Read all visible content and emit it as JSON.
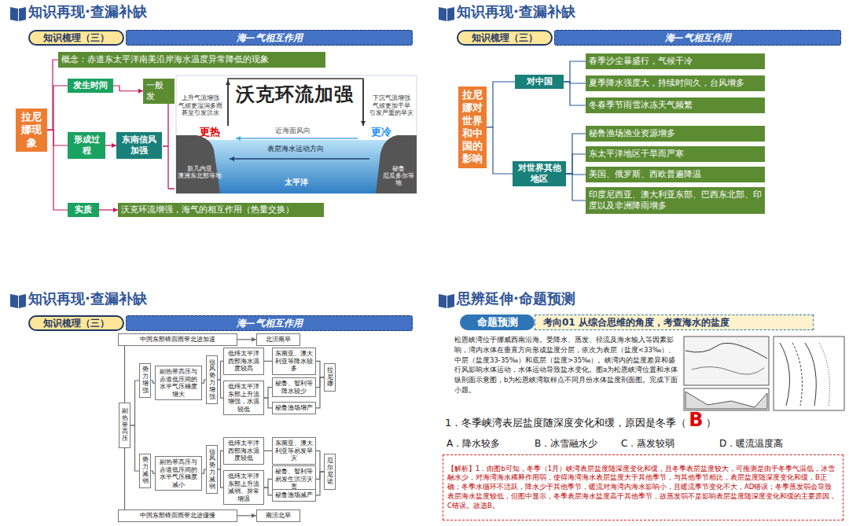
{
  "diagram": {
    "nodes": [
      {
        "text": [
          "知识梳理（三）"
        ]
      },
      {
        "text": [
          "海—气相互作用"
        ]
      },
      {
        "text": [
          "拉尼娜现象"
        ]
      },
      {
        "text": [
          "概念：赤道东太平洋南美沿岸海水温度异常降低的现象"
        ]
      },
      {
        "text": [
          "发生时间"
        ]
      },
      {
        "text": [
          "一般发"
        ]
      },
      {
        "text": [
          "形成过程"
        ]
      },
      {
        "text": [
          "东南信风加强"
        ]
      },
      {
        "text": [
          "实质"
        ]
      },
      {
        "text": [
          "沃克环流增强，海气的相互作用（热量交换）"
        ]
      },
      {
        "text": [
          "知识梳理（三）"
        ]
      },
      {
        "text": [
          "海—气相互作用"
        ]
      },
      {
        "text": [
          "拉尼娜对世界和中国的影响"
        ]
      },
      {
        "text": [
          "对中国"
        ]
      },
      {
        "text": [
          "春季沙尘暴盛行，气候干冷"
        ]
      },
      {
        "text": [
          "夏季降水强度大，持续时间久，台风增多"
        ]
      },
      {
        "text": [
          "冬春季节雨雪冰冻天气频繁"
        ]
      },
      {
        "text": [
          "对世界其他地区"
        ]
      },
      {
        "text": [
          "秘鲁渔场渔业资源增多"
        ]
      },
      {
        "text": [
          "东太平洋地区干旱而严寒"
        ]
      },
      {
        "text": [
          "美国、俄罗斯、西欧普遍降温"
        ]
      },
      {
        "text": [
          "印度尼西亚、澳大利亚东部、巴西东北部、印度以及非洲降雨增多"
        ]
      },
      {
        "text": [
          "知识梳理（三）"
        ]
      },
      {
        "text": [
          "海—气相互作用"
        ]
      },
      {
        "text": [
          "中国东部锋面雨带北进加速"
        ]
      },
      {
        "text": [
          "北涝南旱"
        ]
      },
      {
        "text": [
          "副热带高压"
        ]
      },
      {
        "text": [
          "势力增强"
        ]
      },
      {
        "text": [
          "副热带高压与赤道低压间的水平气压梯度增大"
        ]
      },
      {
        "text": [
          "信风势力增强"
        ]
      },
      {
        "text": [
          "低纬太平洋西部海水温度较高"
        ]
      },
      {
        "text": [
          "低纬太平洋东部上升流增强，水温较低"
        ]
      },
      {
        "text": [
          "东南亚、澳大利亚等降水较多"
        ]
      },
      {
        "text": [
          "秘鲁、智利等降水较少"
        ]
      },
      {
        "text": [
          "秘鲁渔场增产"
        ]
      },
      {
        "text": [
          "拉尼娜"
        ]
      },
      {
        "text": [
          "势力减弱"
        ]
      },
      {
        "text": [
          "副热带高压与赤道低压间的水平气压梯度减小"
        ]
      },
      {
        "text": [
          "信风势力减弱"
        ]
      },
      {
        "text": [
          "低纬太平洋西部海水温度较低"
        ]
      },
      {
        "text": [
          "低纬太平洋东部上升流减弱、异常增温"
        ]
      },
      {
        "text": [
          "东南亚、澳大利亚等易发旱灾"
        ]
      },
      {
        "text": [
          "秘鲁、智利等易发生洪涝灾害"
        ]
      },
      {
        "text": [
          "秘鲁渔场减产"
        ]
      },
      {
        "text": [
          "厄尔尼诺"
        ]
      },
      {
        "text": [
          "中国东部锋面雨带北进缓慢"
        ]
      },
      {
        "text": [
          "南涝北旱"
        ]
      },
      {
        "text": [
          "命题预测"
        ]
      },
      {
        "text": [
          "考向01 从综合思维的角度，考查海水的盐度"
        ]
      },
      {
        "text": [
          "【解析】1．由图b可知，冬季（1月）峡湾表层盐度随深度变化和缓，且冬季表层盐度较大，可推测是由于冬季气温低，冰雪融水少，对海湾海水稀释作用弱，使得海湾海水表层盐度大于其他季节，与其他季节相比，表层盐度随深度变化和缓，B正确；冬季水循环不活跃，降水少于其他季节，暖流对海湾内海水影响小，且暖流季节变化不大，AD错误；冬季蒸发弱会导致表层海水盐度较低，但图中显示，冬季表层海水盐度高于其他季节，故蒸发弱不是影响表层盐度随深度变化和缓的主要原因，C错误。故选B。"
        ]
      }
    ],
    "edges": [
      {
        "from": 2,
        "to": 3,
        "arrow": "none"
      },
      {
        "from": 2,
        "to": 4,
        "arrow": "none"
      },
      {
        "from": 2,
        "to": 6,
        "arrow": "none"
      },
      {
        "from": 2,
        "to": 8,
        "arrow": "none"
      },
      {
        "from": 4,
        "to": 5,
        "arrow": "to"
      },
      {
        "from": 6,
        "to": 7,
        "arrow": "to"
      },
      {
        "from": 8,
        "to": 9,
        "arrow": "to"
      },
      {
        "from": 12,
        "to": 13,
        "arrow": "none"
      },
      {
        "from": 12,
        "to": 17,
        "arrow": "none"
      },
      {
        "from": 13,
        "to": 14,
        "arrow": "none"
      },
      {
        "from": 13,
        "to": 15,
        "arrow": "none"
      },
      {
        "from": 13,
        "to": 16,
        "arrow": "none"
      },
      {
        "from": 17,
        "to": 18,
        "arrow": "none"
      },
      {
        "from": 17,
        "to": 19,
        "arrow": "none"
      },
      {
        "from": 17,
        "to": 20,
        "arrow": "none"
      },
      {
        "from": 17,
        "to": 21,
        "arrow": "none"
      },
      {
        "from": 26,
        "to": 24,
        "arrow": "none"
      },
      {
        "from": 26,
        "to": 45,
        "arrow": "none"
      },
      {
        "from": 24,
        "to": 25,
        "arrow": "to"
      },
      {
        "from": 45,
        "to": 46,
        "arrow": "to"
      },
      {
        "from": 26,
        "to": 27,
        "arrow": "none"
      },
      {
        "from": 27,
        "to": 28,
        "arrow": "none"
      },
      {
        "from": 28,
        "to": 29,
        "arrow": "none"
      },
      {
        "from": 29,
        "to": 30,
        "arrow": "none"
      },
      {
        "from": 29,
        "to": 31,
        "arrow": "none"
      },
      {
        "from": 30,
        "to": 32,
        "arrow": "none"
      },
      {
        "from": 31,
        "to": 33,
        "arrow": "none"
      },
      {
        "from": 31,
        "to": 34,
        "arrow": "none"
      },
      {
        "from": 32,
        "to": 35,
        "arrow": "none"
      },
      {
        "from": 33,
        "to": 35,
        "arrow": "none"
      },
      {
        "from": 34,
        "to": 35,
        "arrow": "none"
      },
      {
        "from": 26,
        "to": 36,
        "arrow": "none"
      },
      {
        "from": 36,
        "to": 37,
        "arrow": "none"
      },
      {
        "from": 37,
        "to": 38,
        "arrow": "none"
      },
      {
        "from": 38,
        "to": 39,
        "arrow": "none"
      },
      {
        "from": 38,
        "to": 40,
        "arrow": "none"
      },
      {
        "from": 39,
        "to": 41,
        "arrow": "none"
      },
      {
        "from": 40,
        "to": 42,
        "arrow": "none"
      },
      {
        "from": 40,
        "to": 43,
        "arrow": "none"
      },
      {
        "from": 41,
        "to": 44,
        "arrow": "none"
      },
      {
        "from": 42,
        "to": 44,
        "arrow": "none"
      },
      {
        "from": 43,
        "to": 44,
        "arrow": "none"
      }
    ],
    "labels": [
      "知识再现·查漏补缺",
      "上升气流增强 气候更湿润多雨 甚至引发洪水",
      "沃克环流加强",
      "下沉气流增强 气候更加干旱 引发严重的旱灾",
      "更热",
      "更冷",
      "近海面风向",
      "表层海水运动方向",
      "新几内亚 澳洲东北部等地",
      "秘鲁 厄瓜多尔等地",
      "太平洋",
      "知识再现·查漏补缺",
      "知识再现·查漏补缺",
      "思辨延伸·命题预测",
      "松恩峡湾位于挪威西南沿海。受降水、蒸发、径流及海水输入等因素影响，湾内水体在垂直方向形成盐度分层，依次为表层（盐度<33‰）、中层（盐度33-35‰）和底层（盐度>35‰）。峡湾内的盐度差异和盛行风影响水体运动，水体运动导致盐水变化。图a为松恩峡湾位置和水体纵剖面示意图，b为松恩峡湾取样点不同月份水体盐度剖面图。完成下面小题。",
      "1．冬季峡湾表层盐度随深度变化和缓，原因是冬季（",
      "B",
      "）",
      "A．降水较多",
      "B．冰雪融水少",
      "C．蒸发较弱",
      "D．暖流温度高"
    ]
  }
}
